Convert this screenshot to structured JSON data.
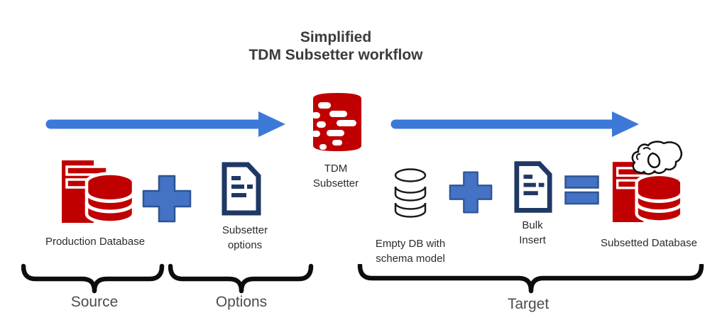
{
  "title": {
    "line1": "Simplified",
    "line2": "TDM Subsetter workflow"
  },
  "nodes": {
    "production_db": {
      "label": "Production Database",
      "icon": "red-server-database-icon"
    },
    "subsetter_options": {
      "line1": "Subsetter",
      "line2": "options",
      "icon": "document-icon"
    },
    "tdm_subsetter": {
      "line1": "TDM",
      "line2": "Subsetter",
      "icon": "red-database-cylinder-icon"
    },
    "empty_db": {
      "line1": "Empty DB with",
      "line2": "schema model",
      "icon": "outline-database-stack-icon"
    },
    "bulk_insert": {
      "line1": "Bulk",
      "line2": "Insert",
      "icon": "document-icon"
    },
    "subsetted_db": {
      "label": "Subsetted Database",
      "icon": "red-server-database-with-hand-icon"
    }
  },
  "operators": {
    "plus_left": "plus-icon",
    "plus_right": "plus-icon",
    "equals": "equals-icon"
  },
  "arrows": {
    "left": "right-arrow",
    "right": "right-arrow"
  },
  "groups": {
    "source_label": "Source",
    "options_label": "Options",
    "target_label": "Target"
  },
  "colors": {
    "red": "#C00000",
    "navy": "#1F3864",
    "arrow_blue": "#3C78D8",
    "operator_fill": "#4472C4",
    "operator_border": "#2F5496",
    "brace_black": "#0D0D0D",
    "title_text": "#3B3B3B",
    "label_text": "#2B2B2B",
    "group_text": "#4D4D4D"
  }
}
